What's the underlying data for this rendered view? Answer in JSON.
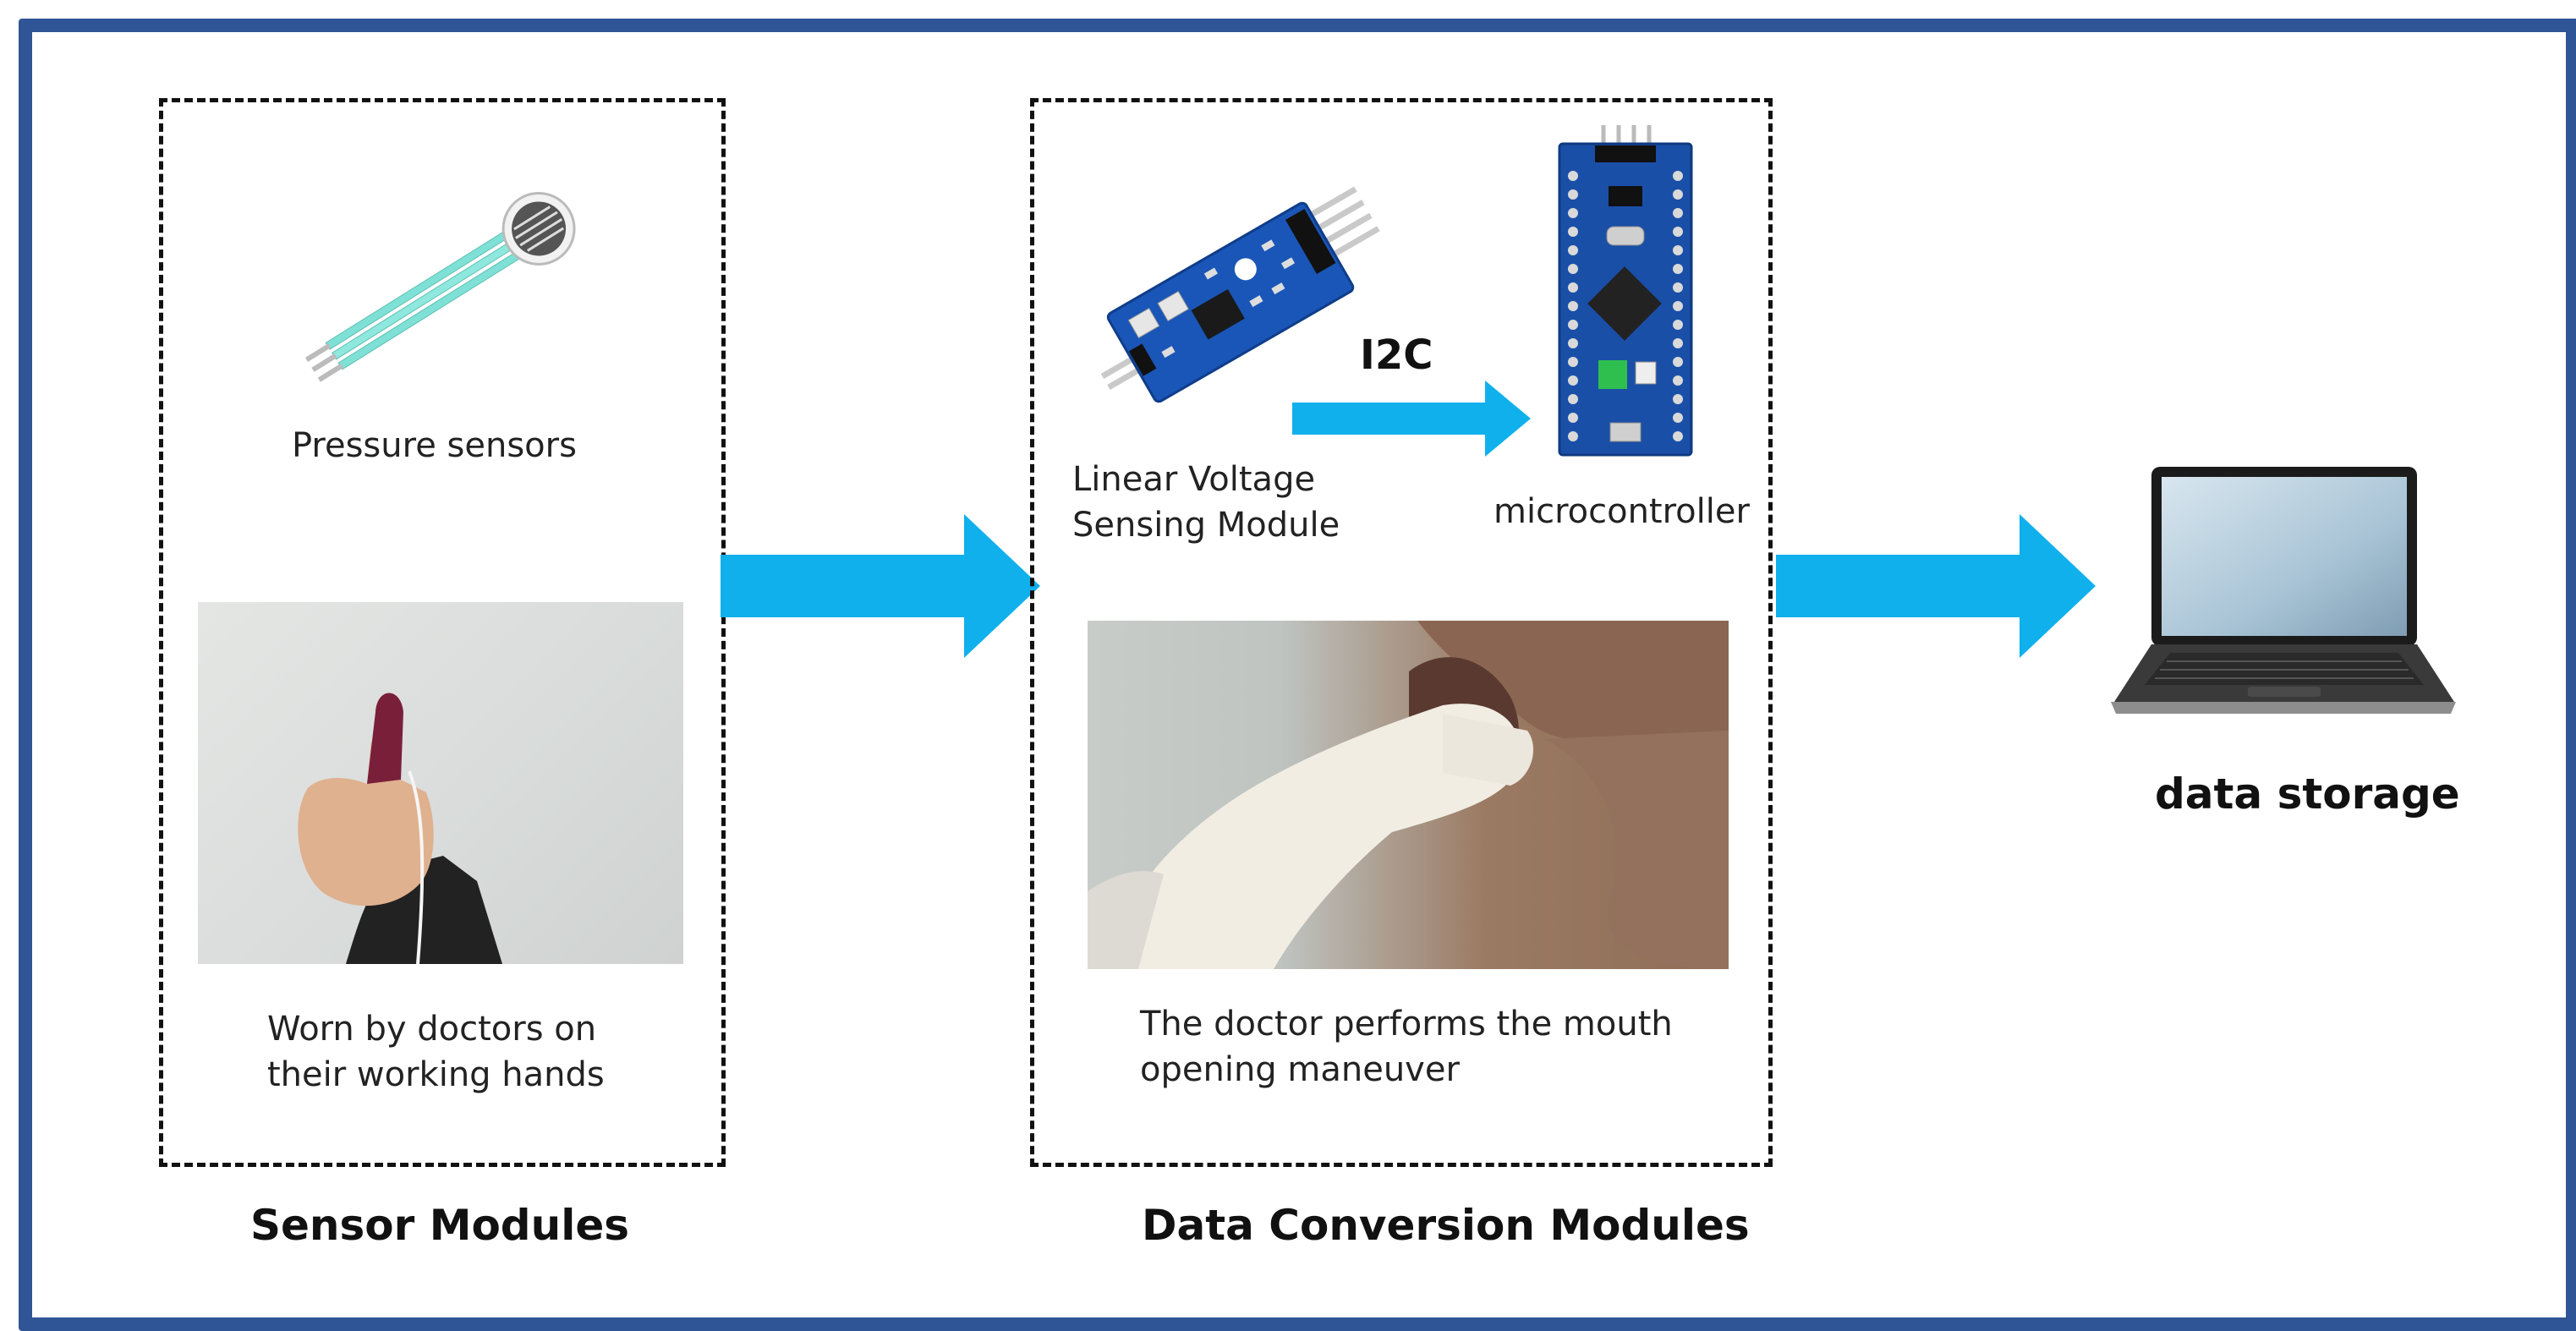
{
  "sensor_module": {
    "title": "Sensor Modules",
    "pressure_caption": "Pressure sensors",
    "worn_caption_line1": "Worn by doctors on",
    "worn_caption_line2": "their working hands"
  },
  "conversion_module": {
    "title": "Data Conversion Modules",
    "voltage_caption_line1": "Linear Voltage",
    "voltage_caption_line2": "Sensing Module",
    "i2c_label": "I2C",
    "mcu_caption": "microcontroller",
    "mouth_caption_line1": "The doctor performs the mouth",
    "mouth_caption_line2": "opening maneuver"
  },
  "storage": {
    "label": "data storage"
  },
  "colors": {
    "frame": "#2f5597",
    "arrow": "#10b0ec",
    "pcb_blue": "#1a56b8",
    "mcu_blue": "#1a4fa8"
  }
}
